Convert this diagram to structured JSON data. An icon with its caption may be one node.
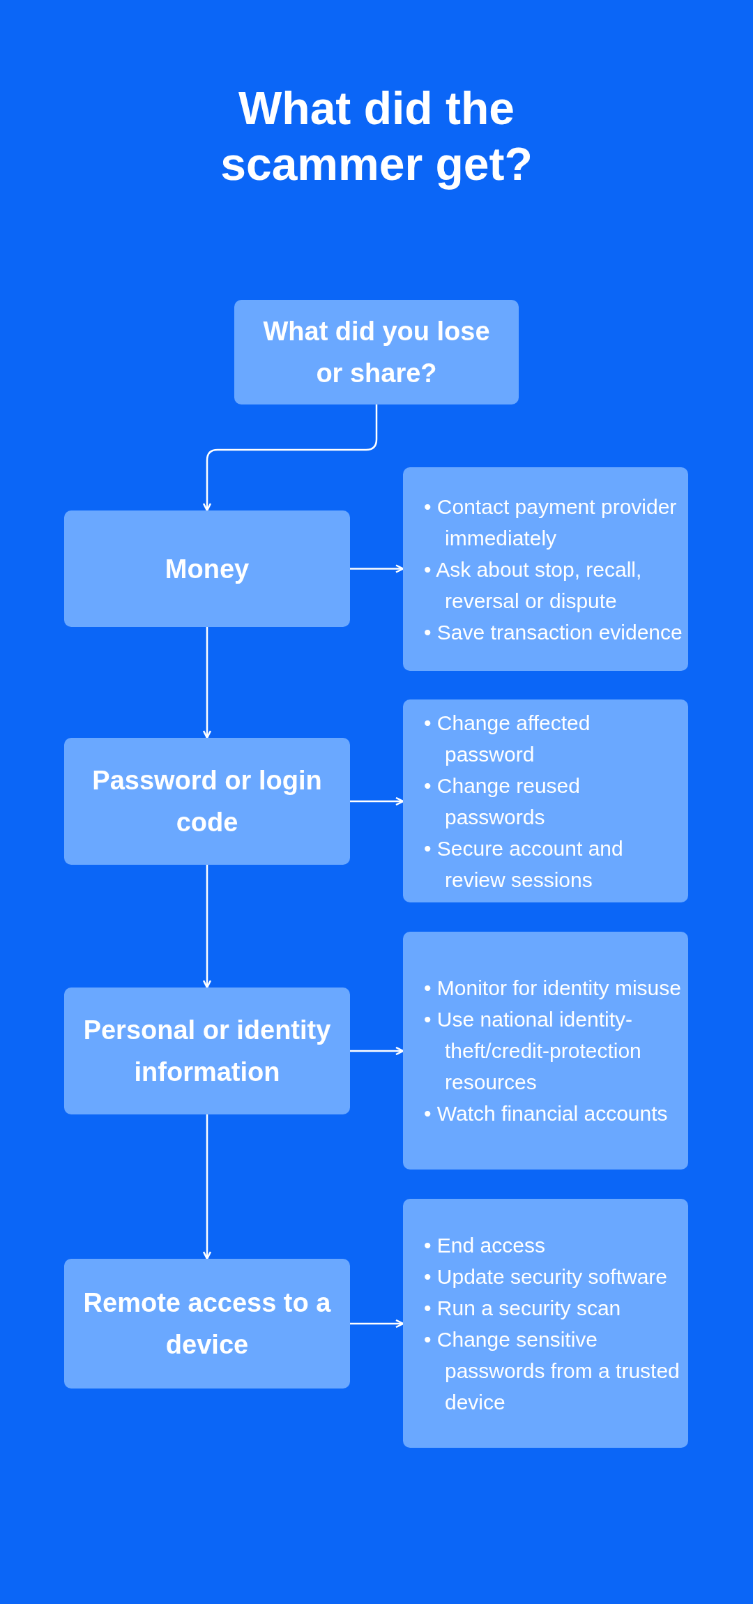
{
  "diagram": {
    "title": "What did the scammer get?",
    "nodes": [
      {
        "text": [
          "What did you lose or share?"
        ]
      },
      {
        "text": [
          "Money"
        ]
      },
      {
        "text": [
          "• Contact payment provider immediately",
          "• Ask about stop, recall, reversal or dispute",
          "• Save transaction evidence"
        ]
      },
      {
        "text": [
          "Password or login code"
        ]
      },
      {
        "text": [
          "• Change affected password",
          "• Change reused passwords",
          "• Secure account and review sessions"
        ]
      },
      {
        "text": [
          "Personal or identity information"
        ]
      },
      {
        "text": [
          "• Monitor for identity misuse",
          "• Use national identity-theft/credit-protection resources",
          "• Watch financial accounts"
        ]
      },
      {
        "text": [
          "Remote access to a device"
        ]
      },
      {
        "text": [
          "• End access",
          "• Update security software",
          "• Run a security scan",
          "• Change sensitive passwords from a trusted device"
        ]
      }
    ],
    "edges": [
      {
        "from": 0,
        "to": 1,
        "arrow": "to"
      },
      {
        "from": 1,
        "to": 2,
        "arrow": "to"
      },
      {
        "from": 1,
        "to": 3,
        "arrow": "to"
      },
      {
        "from": 3,
        "to": 4,
        "arrow": "to"
      },
      {
        "from": 3,
        "to": 5,
        "arrow": "to"
      },
      {
        "from": 5,
        "to": 6,
        "arrow": "to"
      },
      {
        "from": 5,
        "to": 7,
        "arrow": "to"
      },
      {
        "from": 7,
        "to": 8,
        "arrow": "to"
      }
    ]
  }
}
